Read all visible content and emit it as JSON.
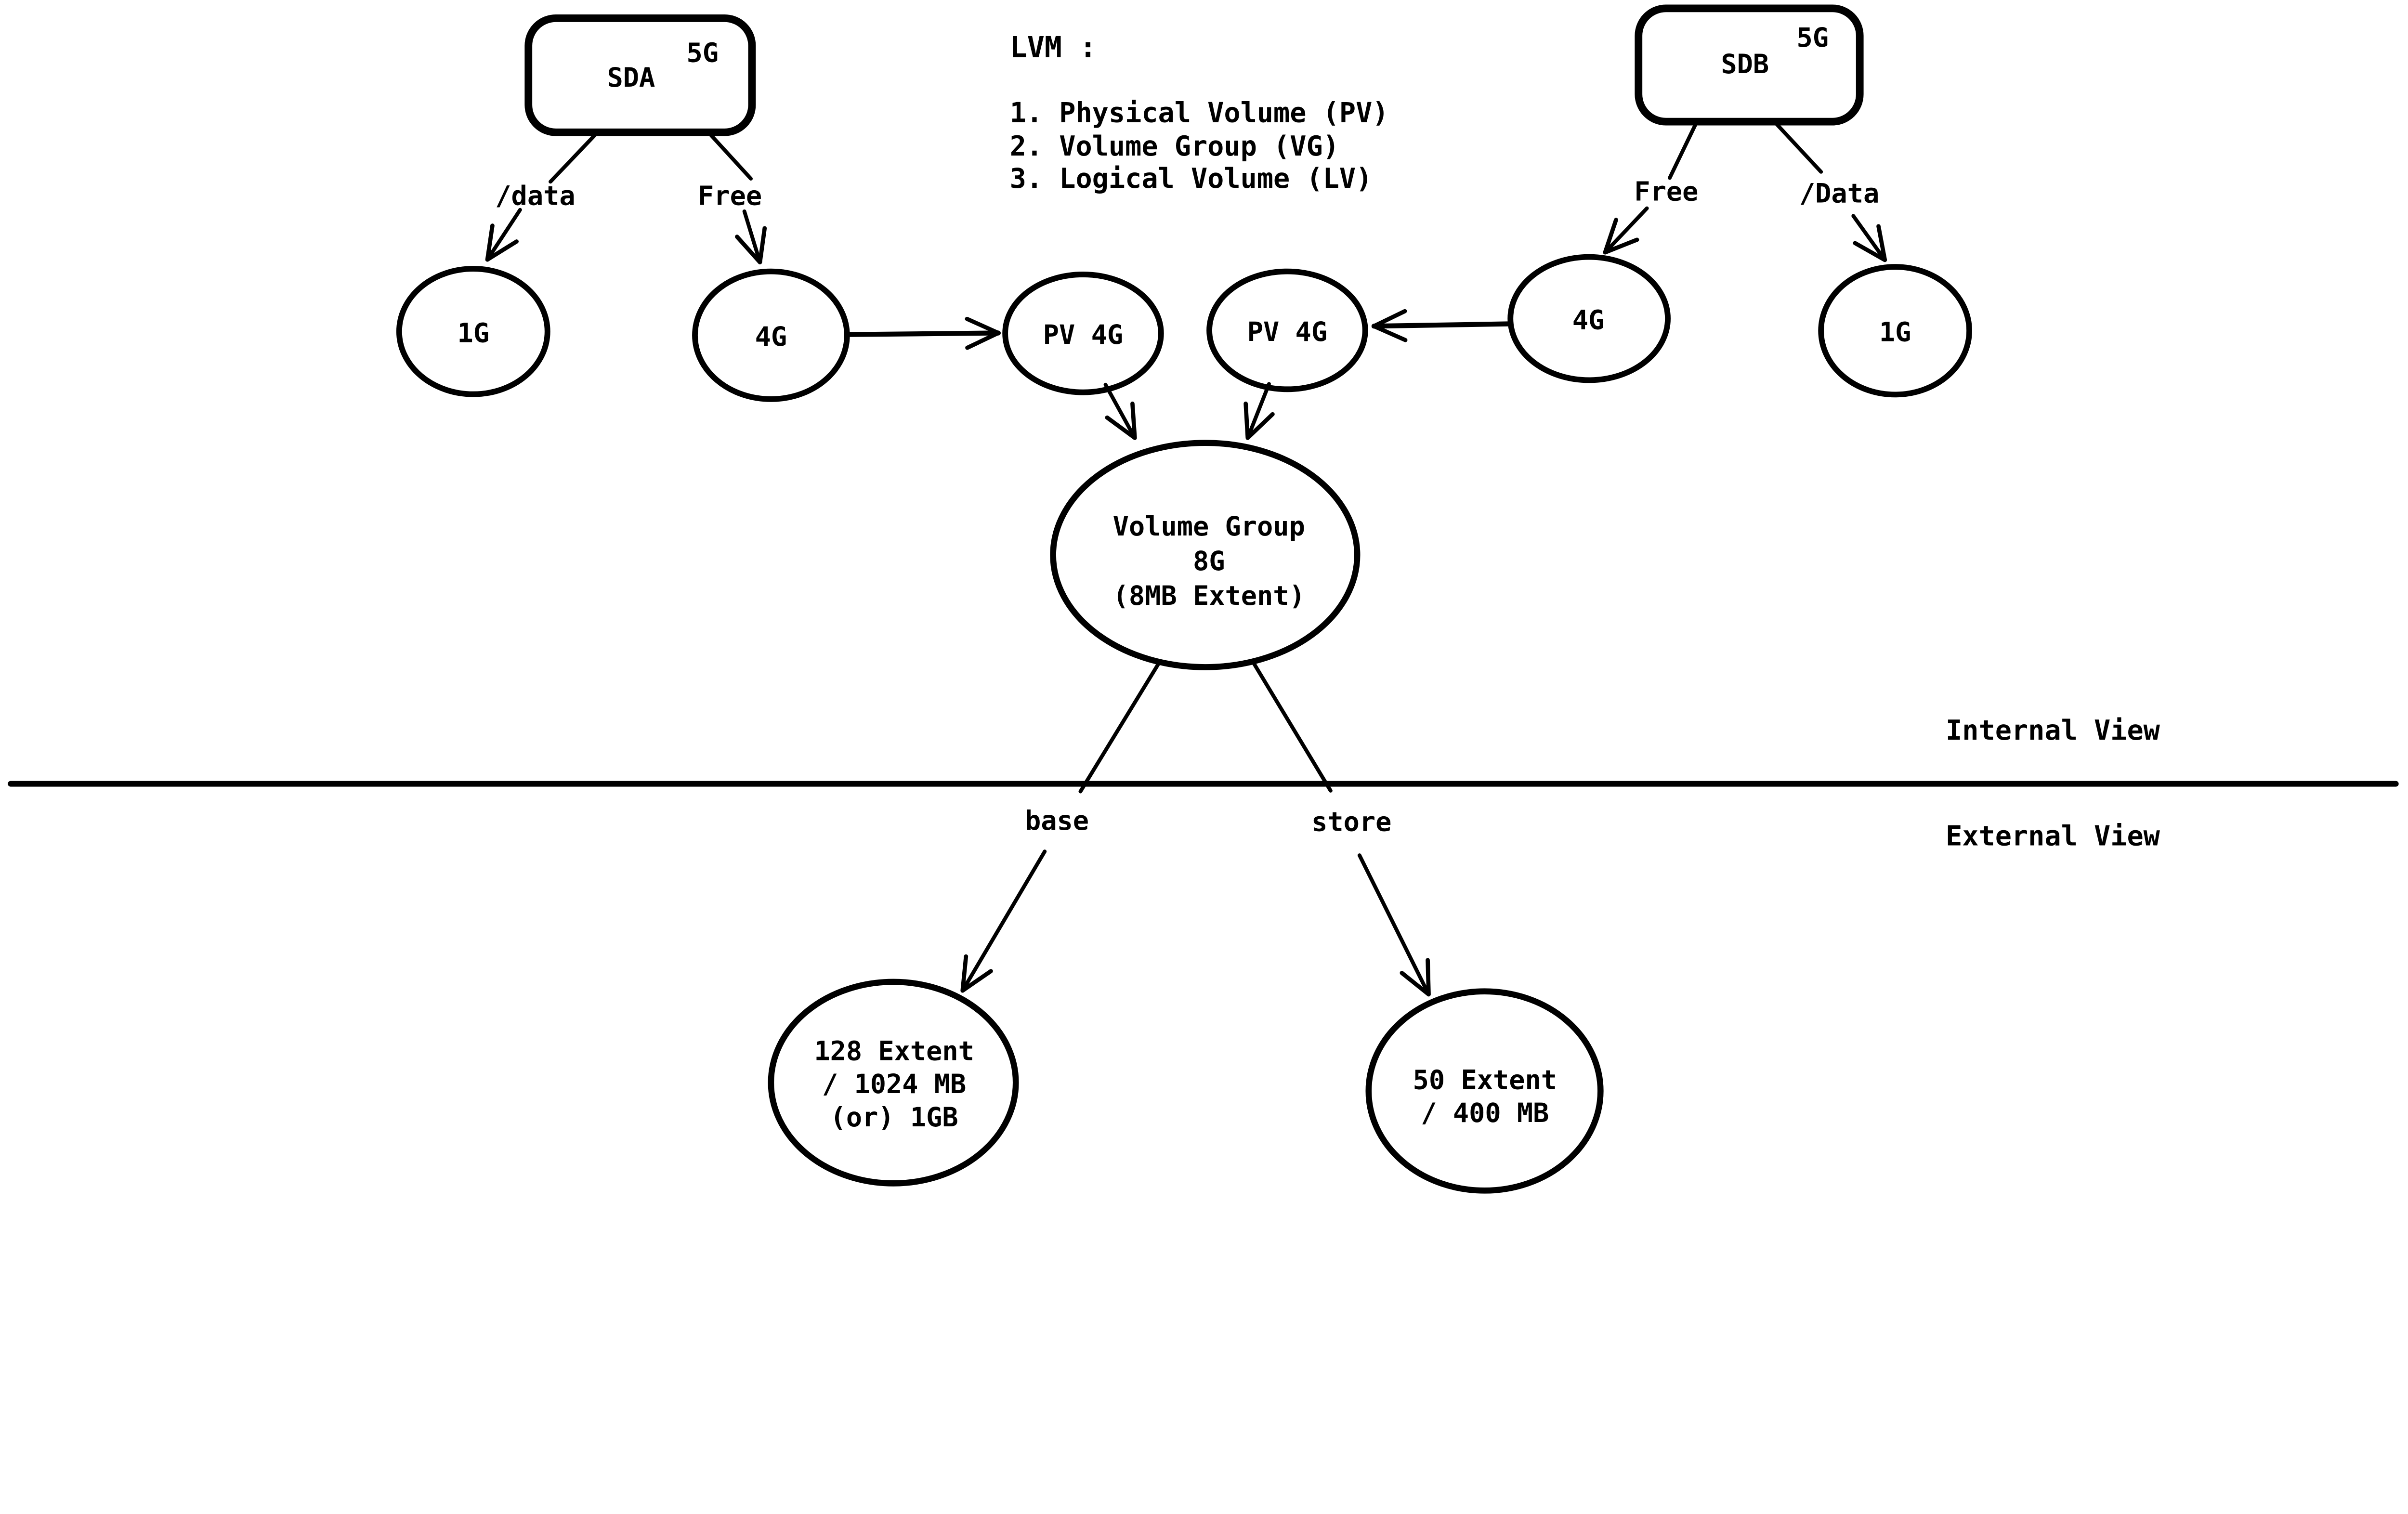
{
  "colors": {
    "ink": "#000000",
    "paper": "#ffffff"
  },
  "legend": {
    "title": "LVM :",
    "items": [
      "1. Physical Volume (PV)",
      "2. Volume Group (VG)",
      "3. Logical Volume (LV)"
    ]
  },
  "nodes": {
    "sda": {
      "label": "SDA",
      "size": "5G"
    },
    "sdb": {
      "label": "SDB",
      "size": "5G"
    },
    "sda_data_part": {
      "label": "1G"
    },
    "sda_free_part": {
      "label": "4G"
    },
    "pv_left": {
      "label": "PV 4G"
    },
    "pv_right": {
      "label": "PV 4G"
    },
    "sdb_free_part": {
      "label": "4G"
    },
    "sdb_data_part": {
      "label": "1G"
    },
    "vg": {
      "line1": "Volume Group",
      "line2": "8G",
      "line3": "(8MB Extent)"
    },
    "lv_base": {
      "line1": "128 Extent",
      "line2": "/ 1024 MB",
      "line3": "(or) 1GB"
    },
    "lv_store": {
      "line1": "50 Extent",
      "line2": "/ 400 MB"
    }
  },
  "edge_labels": {
    "sda_data": "/data",
    "sda_free": "Free",
    "sdb_free": "Free",
    "sdb_data": "/Data",
    "lv_base": "base",
    "lv_store": "store"
  },
  "views": {
    "internal": "Internal View",
    "external": "External View"
  }
}
